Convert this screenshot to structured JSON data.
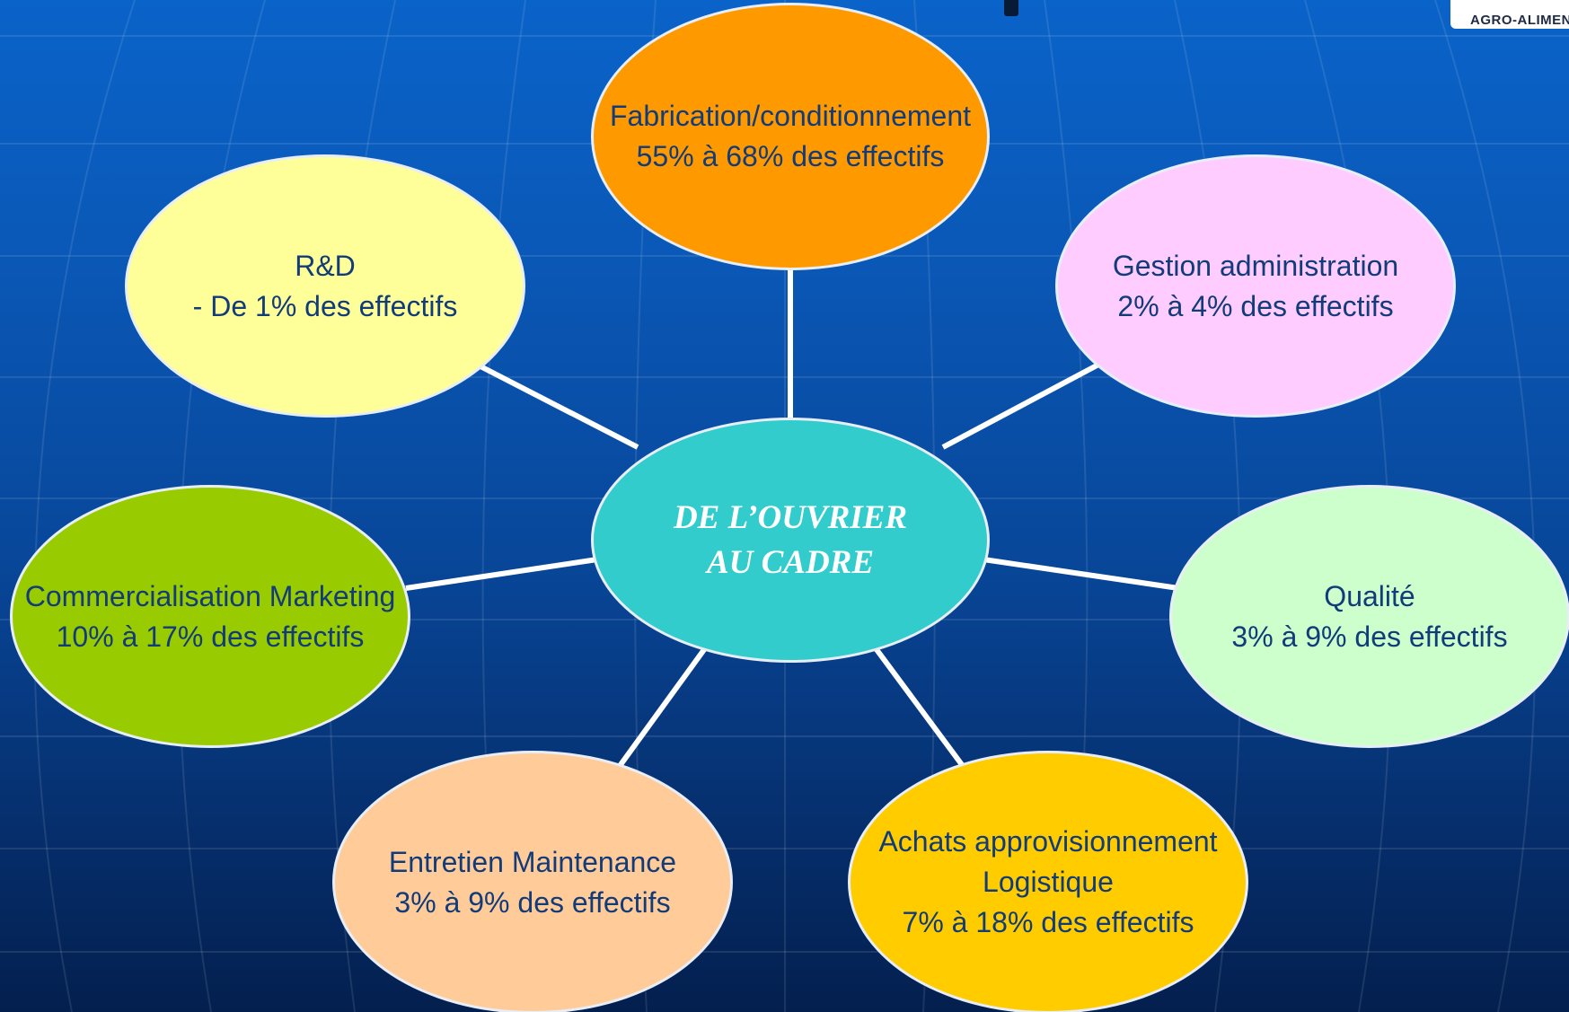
{
  "diagram": {
    "center": {
      "lines": [
        "DE L’OUVRIER",
        "AU CADRE"
      ],
      "color": "#33cccc"
    },
    "nodes": [
      {
        "id": "fabrication",
        "lines": [
          "Fabrication/conditionnement",
          "55% à 68% des effectifs"
        ],
        "color": "#ff9900"
      },
      {
        "id": "gestion",
        "lines": [
          "Gestion administration",
          "2% à 4% des effectifs"
        ],
        "color": "#ffccff"
      },
      {
        "id": "qualite",
        "lines": [
          "Qualité",
          "3% à 9% des effectifs"
        ],
        "color": "#ccffcc"
      },
      {
        "id": "achats",
        "lines": [
          "Achats approvisionnement",
          "Logistique",
          "7% à 18% des effectifs"
        ],
        "color": "#ffcc00"
      },
      {
        "id": "entretien",
        "lines": [
          "Entretien Maintenance",
          "3% à 9% des effectifs"
        ],
        "color": "#ffcc99"
      },
      {
        "id": "commercialisation",
        "lines": [
          "Commercialisation Marketing",
          "10% à 17% des effectifs"
        ],
        "color": "#99cc00"
      },
      {
        "id": "rd",
        "lines": [
          "R&D",
          "- De 1% des effectifs"
        ],
        "color": "#ffff99"
      }
    ]
  },
  "logo": {
    "text": "AGRO-ALIMENTAI"
  }
}
